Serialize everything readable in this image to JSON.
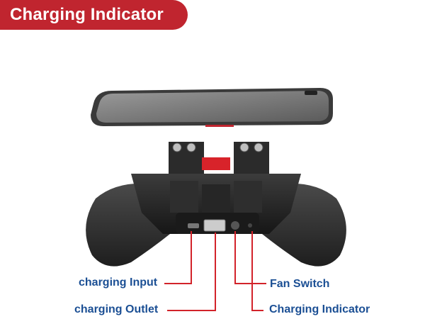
{
  "header": {
    "title": "Charging Indicator"
  },
  "callouts": {
    "charging_input": "charging Input",
    "charging_outlet": "charging Outlet",
    "fan_switch": "Fan Switch",
    "charging_indicator": "Charging Indicator"
  },
  "colors": {
    "banner_red": "#c0252f",
    "label_blue": "#1b4f94",
    "leader_red": "#d2232a"
  }
}
